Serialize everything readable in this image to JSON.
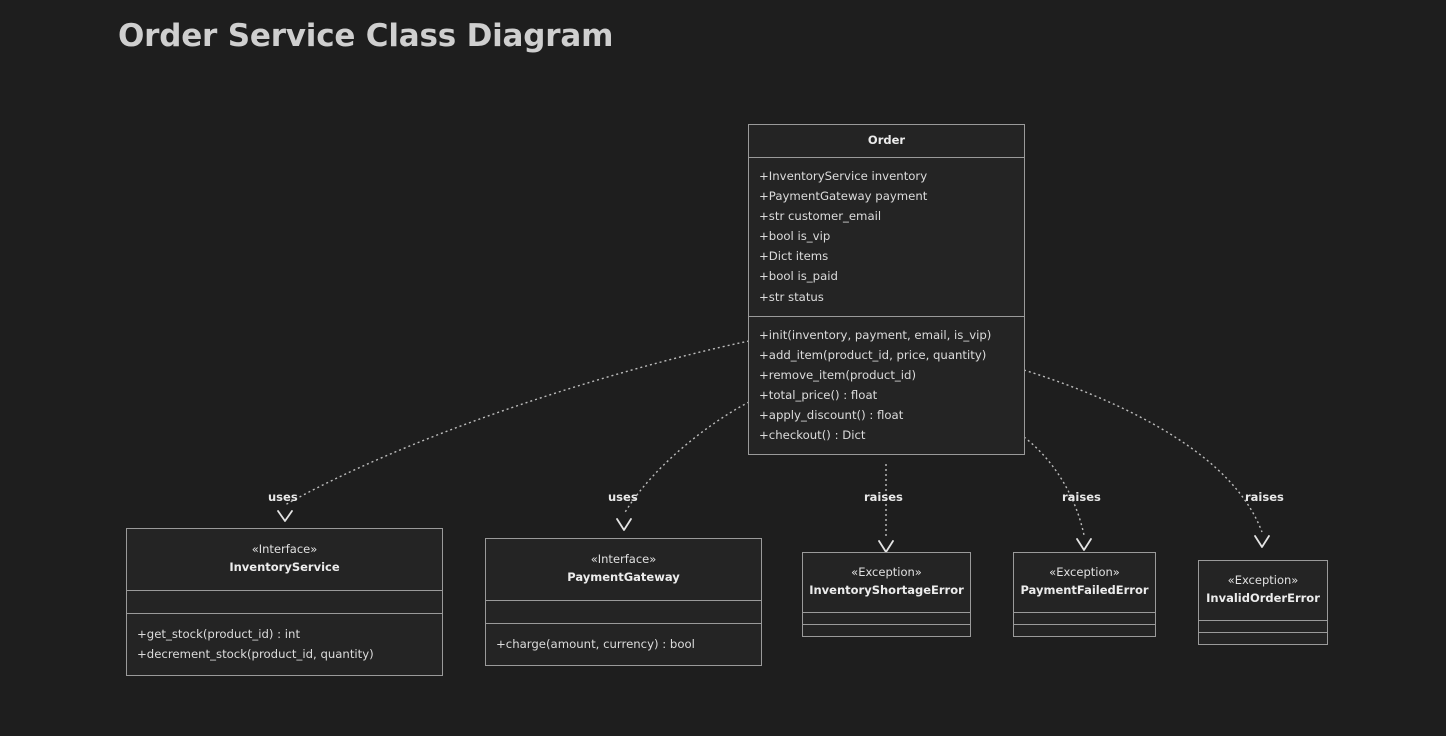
{
  "title": "Order Service Class Diagram",
  "theme": {
    "background": "#1e1e1e",
    "box_fill": "#242424",
    "box_border": "#9a9a9a",
    "text": "#dcdcdc",
    "title_text": "#cfcfcf",
    "edge_stroke": "#bdbdbd"
  },
  "diagram": {
    "type": "uml-class-diagram",
    "classes": [
      {
        "id": "order",
        "name": "Order",
        "stereotype": "",
        "attributes": [
          "+InventoryService inventory",
          "+PaymentGateway payment",
          "+str customer_email",
          "+bool is_vip",
          "+Dict items",
          "+bool is_paid",
          "+str status"
        ],
        "methods": [
          "+init(inventory, payment, email, is_vip)",
          "+add_item(product_id, price, quantity)",
          "+remove_item(product_id)",
          "+total_price() : float",
          "+apply_discount() : float",
          "+checkout() : Dict"
        ]
      },
      {
        "id": "inventory-service",
        "name": "InventoryService",
        "stereotype": "«Interface»",
        "attributes": [],
        "methods": [
          "+get_stock(product_id) : int",
          "+decrement_stock(product_id, quantity)"
        ]
      },
      {
        "id": "payment-gateway",
        "name": "PaymentGateway",
        "stereotype": "«Interface»",
        "attributes": [],
        "methods": [
          "+charge(amount, currency) : bool"
        ]
      },
      {
        "id": "inventory-shortage-error",
        "name": "InventoryShortageError",
        "stereotype": "«Exception»",
        "attributes": [],
        "methods": []
      },
      {
        "id": "payment-failed-error",
        "name": "PaymentFailedError",
        "stereotype": "«Exception»",
        "attributes": [],
        "methods": []
      },
      {
        "id": "invalid-order-error",
        "name": "InvalidOrderError",
        "stereotype": "«Exception»",
        "attributes": [],
        "methods": []
      }
    ],
    "relationships": [
      {
        "id": "rel-uses-inventory",
        "from": "Order",
        "to": "InventoryService",
        "label": "uses",
        "style": "dashed",
        "arrow": "open"
      },
      {
        "id": "rel-uses-payment",
        "from": "Order",
        "to": "PaymentGateway",
        "label": "uses",
        "style": "dashed",
        "arrow": "open"
      },
      {
        "id": "rel-raises-shortage",
        "from": "Order",
        "to": "InventoryShortageError",
        "label": "raises",
        "style": "dashed",
        "arrow": "open"
      },
      {
        "id": "rel-raises-payment",
        "from": "Order",
        "to": "PaymentFailedError",
        "label": "raises",
        "style": "dashed",
        "arrow": "open"
      },
      {
        "id": "rel-raises-invalid",
        "from": "Order",
        "to": "InvalidOrderError",
        "label": "raises",
        "style": "dashed",
        "arrow": "open"
      }
    ]
  }
}
